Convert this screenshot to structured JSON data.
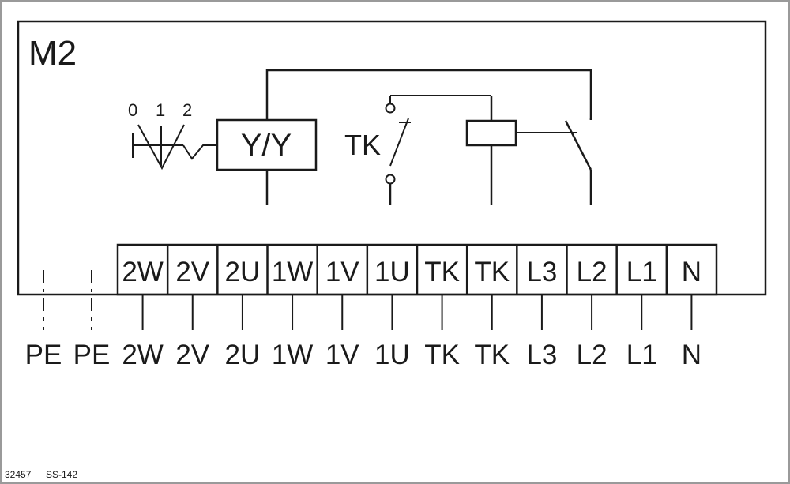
{
  "module_label": "M2",
  "switch_positions": [
    "0",
    "1",
    "2"
  ],
  "star_box_label": "Y/Y",
  "tk_label": "TK",
  "terminals": [
    "2W",
    "2V",
    "2U",
    "1W",
    "1V",
    "1U",
    "TK",
    "TK",
    "L3",
    "L2",
    "L1",
    "N"
  ],
  "pe_labels": [
    "PE",
    "PE"
  ],
  "footer_code": "32457",
  "footer_ref": "SS-142"
}
